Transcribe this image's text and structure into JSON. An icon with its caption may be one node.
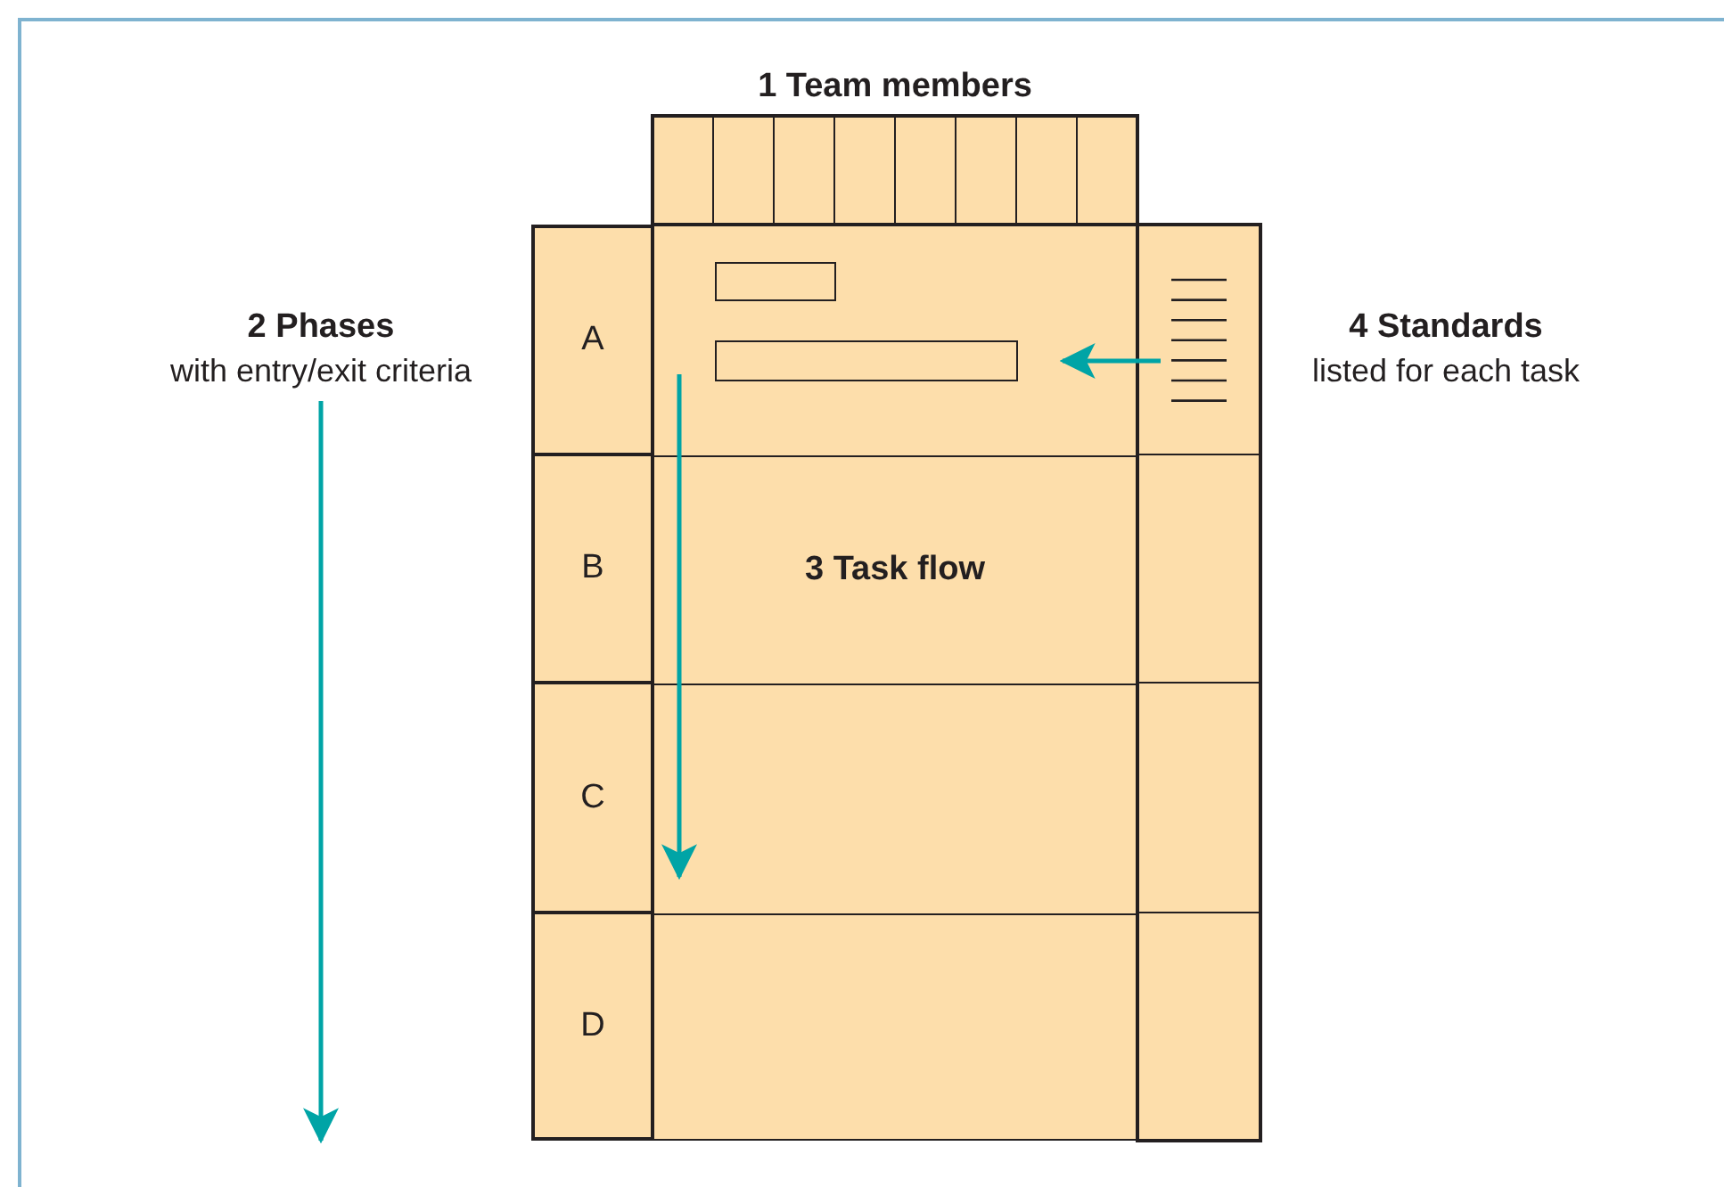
{
  "diagram": {
    "nodes": [
      {
        "text": [
          "1 Team members"
        ]
      },
      {
        "text": [
          "2 Phases",
          "with entry/exit criteria"
        ]
      },
      {
        "text": [
          "A"
        ]
      },
      {
        "text": [
          "B"
        ]
      },
      {
        "text": [
          "C"
        ]
      },
      {
        "text": [
          "D"
        ]
      },
      {
        "text": [
          "3 Task flow"
        ]
      },
      {
        "text": [],
        "shape": "box",
        "in": 6
      },
      {
        "text": [],
        "shape": "box",
        "in": 6
      },
      {
        "text": [],
        "shape": "picture"
      },
      {
        "text": [
          "4 Standards",
          "listed for each task"
        ]
      }
    ],
    "edges": [
      {
        "from": 1,
        "to": null,
        "arrow": "to"
      },
      {
        "from": 9,
        "to": 8,
        "arrow": "to"
      }
    ]
  }
}
